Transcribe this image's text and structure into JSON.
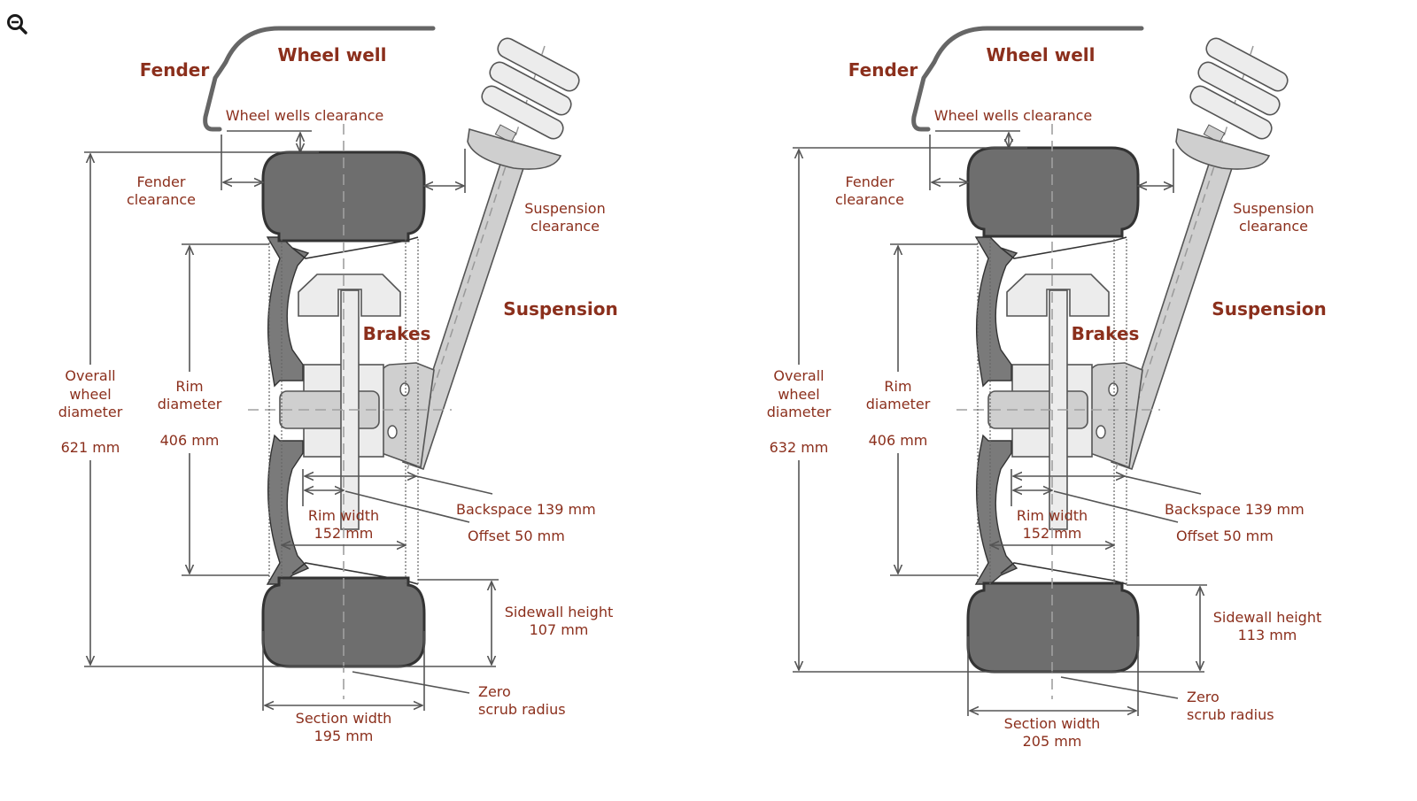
{
  "toolbar": {
    "zoom_out_icon": "zoom-out-icon"
  },
  "colors": {
    "label": "#8b2f1c",
    "tire": "#6e6e6e",
    "tire_outline": "#333333",
    "rim": "#7a7a7a",
    "part_light": "#ececec",
    "part_mid": "#cfcfcf",
    "line": "#555555",
    "fender": "#666666"
  },
  "diagrams": [
    {
      "id": "left",
      "labels": {
        "fender": "Fender",
        "wheel_well": "Wheel well",
        "wheel_wells_clearance": "Wheel wells clearance",
        "fender_clearance_1": "Fender",
        "fender_clearance_2": "clearance",
        "suspension_clearance_1": "Suspension",
        "suspension_clearance_2": "clearance",
        "suspension": "Suspension",
        "brakes": "Brakes",
        "overall_1": "Overall",
        "overall_2": "wheel",
        "overall_3": "diameter",
        "overall_value": "621 mm",
        "rim_diam_1": "Rim",
        "rim_diam_2": "diameter",
        "rim_diam_value": "406 mm",
        "rim_width_1": "Rim width",
        "rim_width_2": "152 mm",
        "backspace": "Backspace 139 mm",
        "offset": "Offset 50 mm",
        "sidewall_1": "Sidewall height",
        "sidewall_2": "107 mm",
        "scrub_1": "Zero",
        "scrub_2": "scrub radius",
        "section_1": "Section width",
        "section_2": "195 mm"
      }
    },
    {
      "id": "right",
      "labels": {
        "fender": "Fender",
        "wheel_well": "Wheel well",
        "wheel_wells_clearance": "Wheel wells clearance",
        "fender_clearance_1": "Fender",
        "fender_clearance_2": "clearance",
        "suspension_clearance_1": "Suspension",
        "suspension_clearance_2": "clearance",
        "suspension": "Suspension",
        "brakes": "Brakes",
        "overall_1": "Overall",
        "overall_2": "wheel",
        "overall_3": "diameter",
        "overall_value": "632 mm",
        "rim_diam_1": "Rim",
        "rim_diam_2": "diameter",
        "rim_diam_value": "406 mm",
        "rim_width_1": "Rim width",
        "rim_width_2": "152 mm",
        "backspace": "Backspace 139 mm",
        "offset": "Offset 50 mm",
        "sidewall_1": "Sidewall height",
        "sidewall_2": "113 mm",
        "scrub_1": "Zero",
        "scrub_2": "scrub radius",
        "section_1": "Section width",
        "section_2": "205 mm"
      }
    }
  ]
}
